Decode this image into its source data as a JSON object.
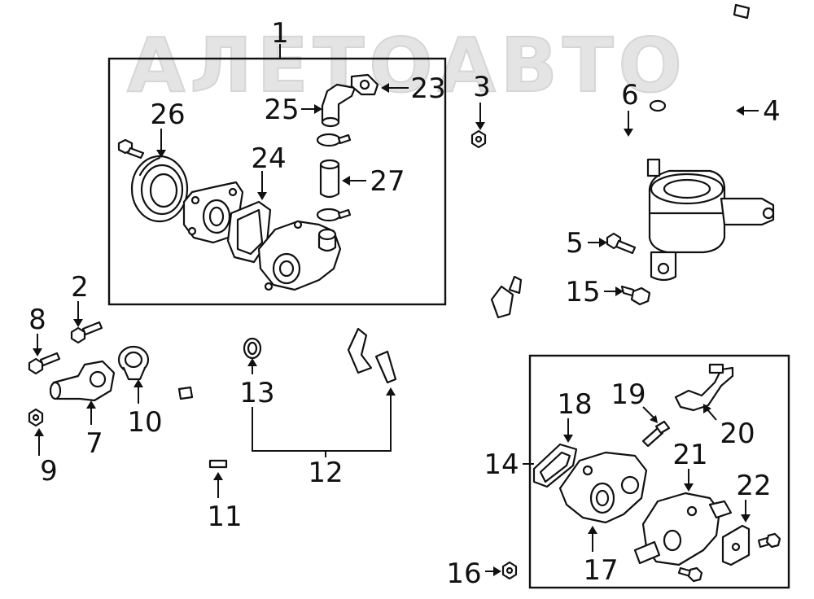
{
  "watermark": {
    "text": "АЛЕТОАВТО"
  },
  "callouts": {
    "c1": "1",
    "c2": "2",
    "c3": "3",
    "c4": "4",
    "c5": "5",
    "c6": "6",
    "c7": "7",
    "c8": "8",
    "c9": "9",
    "c10": "10",
    "c11": "11",
    "c12": "12",
    "c13": "13",
    "c14": "14",
    "c15": "15",
    "c16": "16",
    "c17": "17",
    "c18": "18",
    "c19": "19",
    "c20": "20",
    "c21": "21",
    "c22": "22",
    "c23": "23",
    "c24": "24",
    "c25": "25",
    "c26": "26",
    "c27": "27"
  },
  "colors": {
    "line": "#111111",
    "background": "#ffffff",
    "watermark": "#e4e4e4"
  }
}
